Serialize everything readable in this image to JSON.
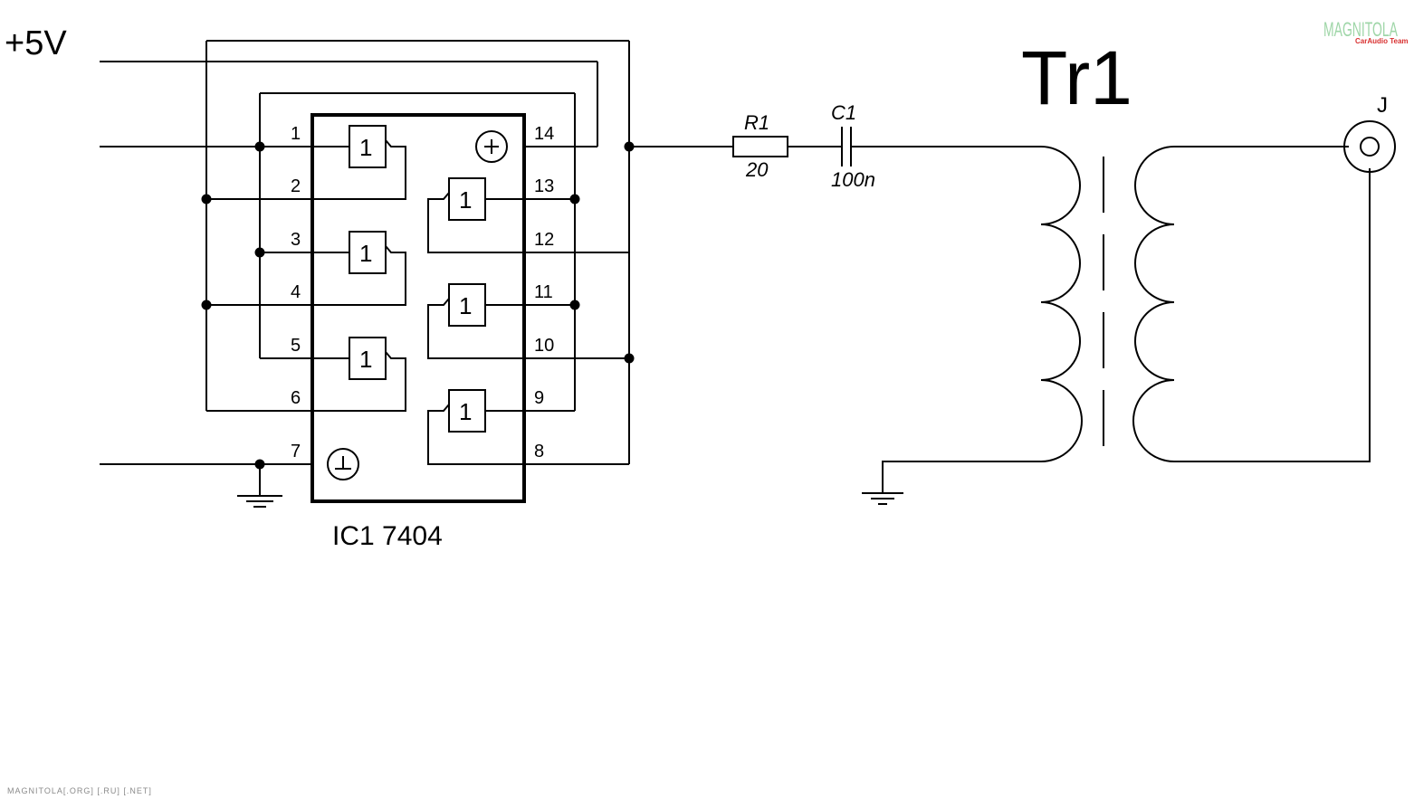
{
  "power": {
    "label": "+5V"
  },
  "ic": {
    "label": "IC1 7404",
    "pins": [
      "1",
      "2",
      "3",
      "4",
      "5",
      "6",
      "7",
      "8",
      "9",
      "10",
      "11",
      "12",
      "13",
      "14"
    ],
    "gate_label": "1"
  },
  "resistor": {
    "ref": "R1",
    "value": "20"
  },
  "capacitor": {
    "ref": "C1",
    "value": "100n"
  },
  "transformer": {
    "ref": "Tr1"
  },
  "jack": {
    "ref": "J"
  },
  "logo": {
    "text": "MAGNITOLA",
    "subtext": "CarAudio Team"
  },
  "watermark": "MAGNITOLA[.ORG] [.RU] [.NET]"
}
